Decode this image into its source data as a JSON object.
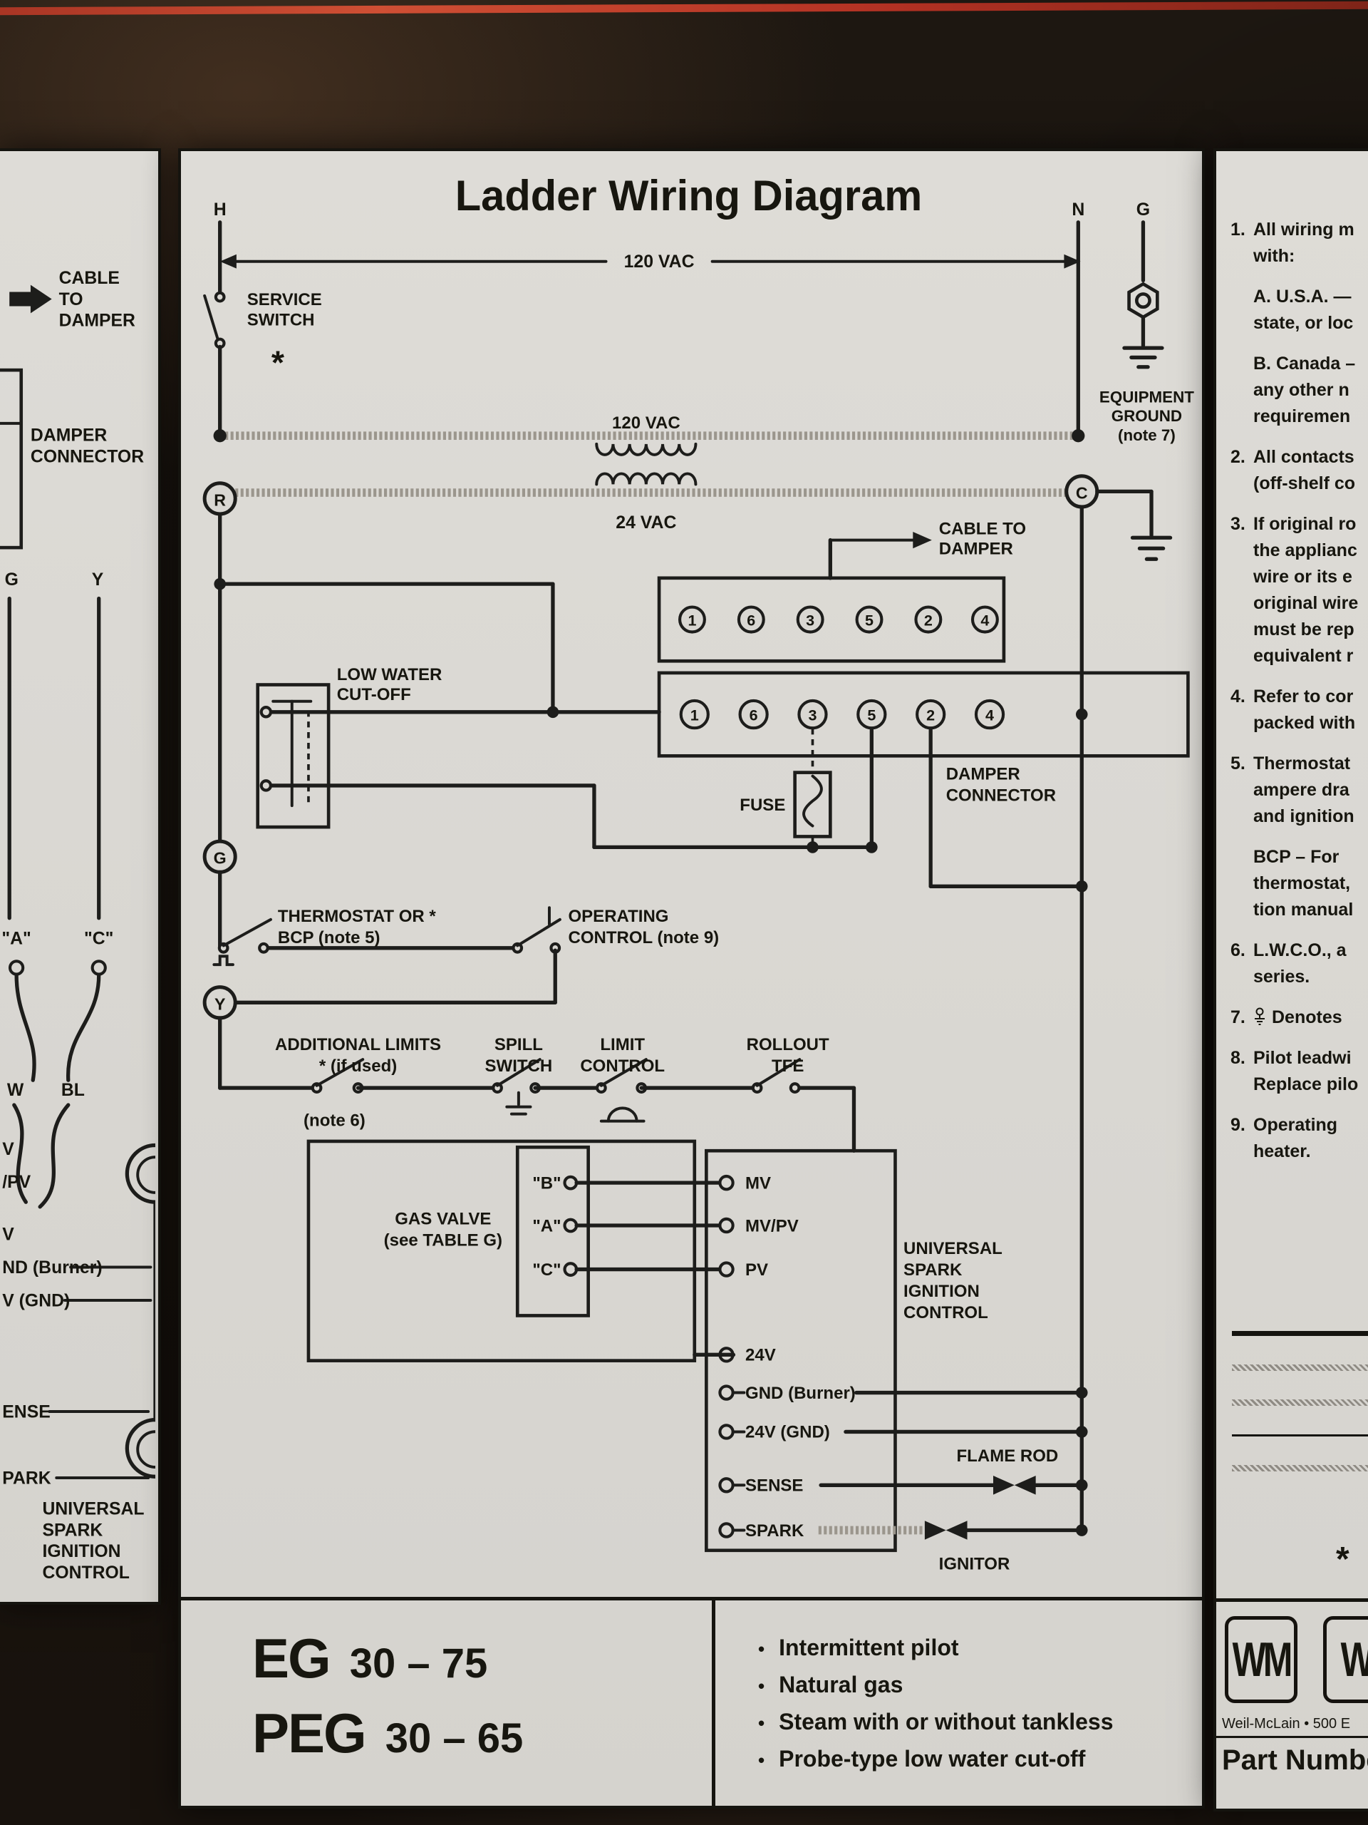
{
  "colors": {
    "label_bg": "#d9d7d2",
    "line": "#1d1d1b",
    "background": "#1a140f",
    "red_stripe": "#c0392b",
    "hatch": "#9b968d"
  },
  "ladder": {
    "title": "Ladder Wiring Diagram",
    "rail_h": "H",
    "rail_n": "N",
    "rail_g": "G",
    "vac120_span": "120 VAC",
    "service_switch": [
      "SERVICE",
      "SWITCH"
    ],
    "asterisk": "*",
    "equipment_ground": [
      "EQUIPMENT",
      "GROUND",
      "(note 7)"
    ],
    "xfmr_primary": "120 VAC",
    "xfmr_secondary": "24 VAC",
    "term_r": "R",
    "term_c": "C",
    "term_g": "G",
    "term_y": "Y",
    "cable_to_damper": [
      "CABLE TO",
      "DAMPER"
    ],
    "connector_numbers": [
      "1",
      "6",
      "3",
      "5",
      "2",
      "4"
    ],
    "damper_connector": [
      "DAMPER",
      "CONNECTOR"
    ],
    "fuse": "FUSE",
    "lwco": [
      "LOW WATER",
      "CUT-OFF"
    ],
    "thermostat": [
      "THERMOSTAT OR *",
      "BCP (note 5)"
    ],
    "operating": [
      "OPERATING",
      "CONTROL (note 9)"
    ],
    "additional_limits": [
      "ADDITIONAL LIMITS",
      "* (if used)",
      "(note 6)"
    ],
    "spill_switch": [
      "SPILL",
      "SWITCH"
    ],
    "limit_control": [
      "LIMIT",
      "CONTROL"
    ],
    "rollout": [
      "ROLLOUT",
      "TFE"
    ],
    "gas_valve": [
      "GAS VALVE",
      "(see TABLE G)"
    ],
    "valve_terminals": [
      "\"B\"",
      "\"A\"",
      "\"C\""
    ],
    "ignition_terminals": [
      "MV",
      "MV/PV",
      "PV",
      "24V",
      "GND (Burner)",
      "24V (GND)",
      "SENSE",
      "SPARK"
    ],
    "usic": [
      "UNIVERSAL",
      "SPARK",
      "IGNITION",
      "CONTROL"
    ],
    "flame_rod": "FLAME ROD",
    "ignitor": "IGNITOR"
  },
  "footer": {
    "models": [
      {
        "name": "EG",
        "range": "30 – 75"
      },
      {
        "name": "PEG",
        "range": "30 – 65"
      }
    ],
    "features": [
      "Intermittent pilot",
      "Natural gas",
      "Steam with or without tankless",
      "Probe-type low water cut-off"
    ],
    "bullet": "•"
  },
  "left_panel": {
    "cable_to_damper": [
      "CABLE",
      "TO",
      "DAMPER"
    ],
    "damper_connector": [
      "DAMPER",
      "CONNECTOR"
    ],
    "g": "G",
    "y": "Y",
    "a": "\"A\"",
    "c": "\"C\"",
    "w": "W",
    "bl": "BL",
    "fragments": [
      "V",
      "/PV",
      "V",
      "ND (Burner)",
      "V (GND)",
      "ENSE",
      "PARK"
    ],
    "usic": [
      "UNIVERSAL",
      "SPARK",
      "IGNITION",
      "CONTROL"
    ]
  },
  "right_panel": {
    "notes": {
      "n1": {
        "num": "1.",
        "lines": [
          "All wiring m",
          "with:"
        ]
      },
      "n1a": {
        "lines": [
          "A. U.S.A. —",
          "state, or loc"
        ]
      },
      "n1b": {
        "lines": [
          "B. Canada –",
          "any other n",
          "requiremen"
        ]
      },
      "n2": {
        "num": "2.",
        "lines": [
          "All contacts",
          "(off-shelf co"
        ]
      },
      "n3": {
        "num": "3.",
        "lines": [
          "If original ro",
          "the applianc",
          "wire or its e",
          "original wire",
          "must be rep",
          "equivalent r"
        ]
      },
      "n4": {
        "num": "4.",
        "lines": [
          "Refer to cor",
          "packed with"
        ]
      },
      "n5": {
        "num": "5.",
        "lines": [
          "Thermostat",
          "ampere dra",
          "and ignition"
        ]
      },
      "n5b": {
        "lines": [
          "BCP – For",
          "thermostat,",
          "tion manual"
        ]
      },
      "n6": {
        "num": "6.",
        "lines": [
          "L.W.C.O., a",
          "series."
        ]
      },
      "n7": {
        "num": "7.",
        "lines": [
          "Denotes"
        ]
      },
      "n8": {
        "num": "8.",
        "lines": [
          "Pilot leadwi",
          "Replace pilo"
        ]
      },
      "n9": {
        "num": "9.",
        "lines": [
          "Operating",
          "heater."
        ]
      }
    },
    "asterisk": "*",
    "brand_logo": "WM",
    "address": "Weil-McLain • 500 E",
    "part_number": "Part Numbe"
  }
}
